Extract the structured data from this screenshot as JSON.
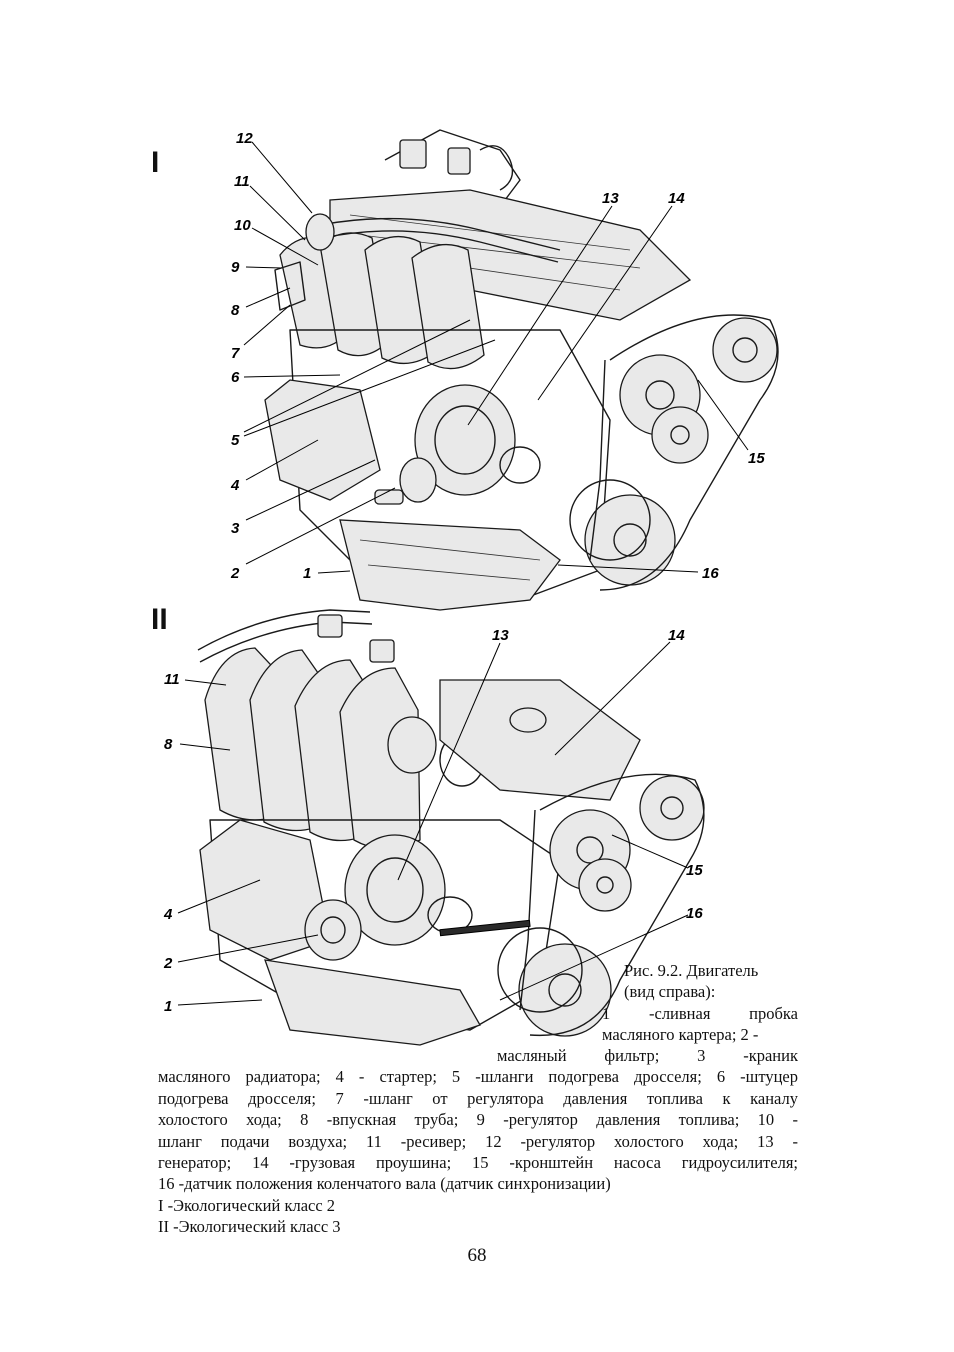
{
  "figure": {
    "section_I": "I",
    "section_II": "II",
    "callouts_I": [
      "1",
      "2",
      "3",
      "4",
      "5",
      "6",
      "7",
      "8",
      "9",
      "10",
      "11",
      "12",
      "13",
      "14",
      "15",
      "16"
    ],
    "callouts_II": [
      "1",
      "2",
      "4",
      "8",
      "11",
      "13",
      "14",
      "15",
      "16"
    ]
  },
  "caption": {
    "line1": "Рис.  9.2. Двигатель",
    "line2": "(вид справа):",
    "line3": "1  -сливная  пробка",
    "line4": "масляного картера; 2 -",
    "line5": "масляный  фильтр;  3  -краник",
    "line6": "масляного радиатора; 4 - стартер; 5 -шланги подогрева дросселя; 6 -штуцер",
    "line7": "подогрева дросселя; 7 -шланг от регулятора давления топлива к каналу",
    "line8": "холостого хода; 8 -впускная труба; 9 -регулятор давления топлива;   10 -",
    "line9": "шланг подачи воздуха; 11 -ресивер; 12 -регулятор холостого хода; 13 -",
    "line10": "генератор; 14 -грузовая проушина; 15 -кронштейн насоса гидроусилителя;",
    "line11": "16 -датчик положения коленчатого вала (датчик синхронизации)",
    "line12": "I -Экологический класс 2",
    "line13": "II -Экологический класс 3"
  },
  "page_number": "68"
}
